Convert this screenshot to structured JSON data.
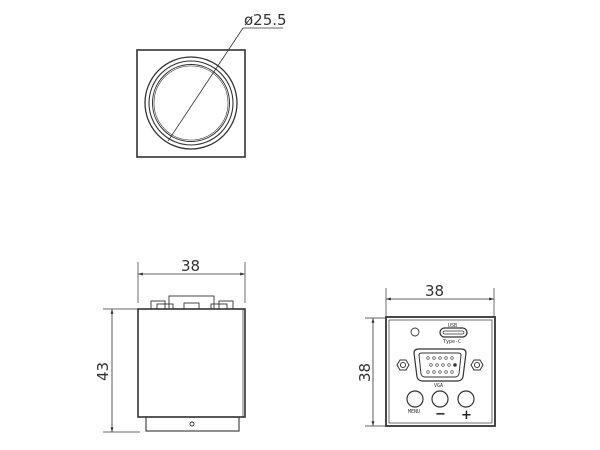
{
  "drawing": {
    "top_view": {
      "diameter_label": "ø25.5"
    },
    "side_view": {
      "width_label": "38",
      "height_label": "43"
    },
    "back_view": {
      "width_label": "38",
      "height_label": "38",
      "usb_label": "USB",
      "typec_label": "Type-C",
      "vga_label": "VGA",
      "menu_label": "MENU",
      "minus_label": "−",
      "plus_label": "+"
    }
  },
  "colors": {
    "line": "#333333",
    "background": "#ffffff"
  }
}
